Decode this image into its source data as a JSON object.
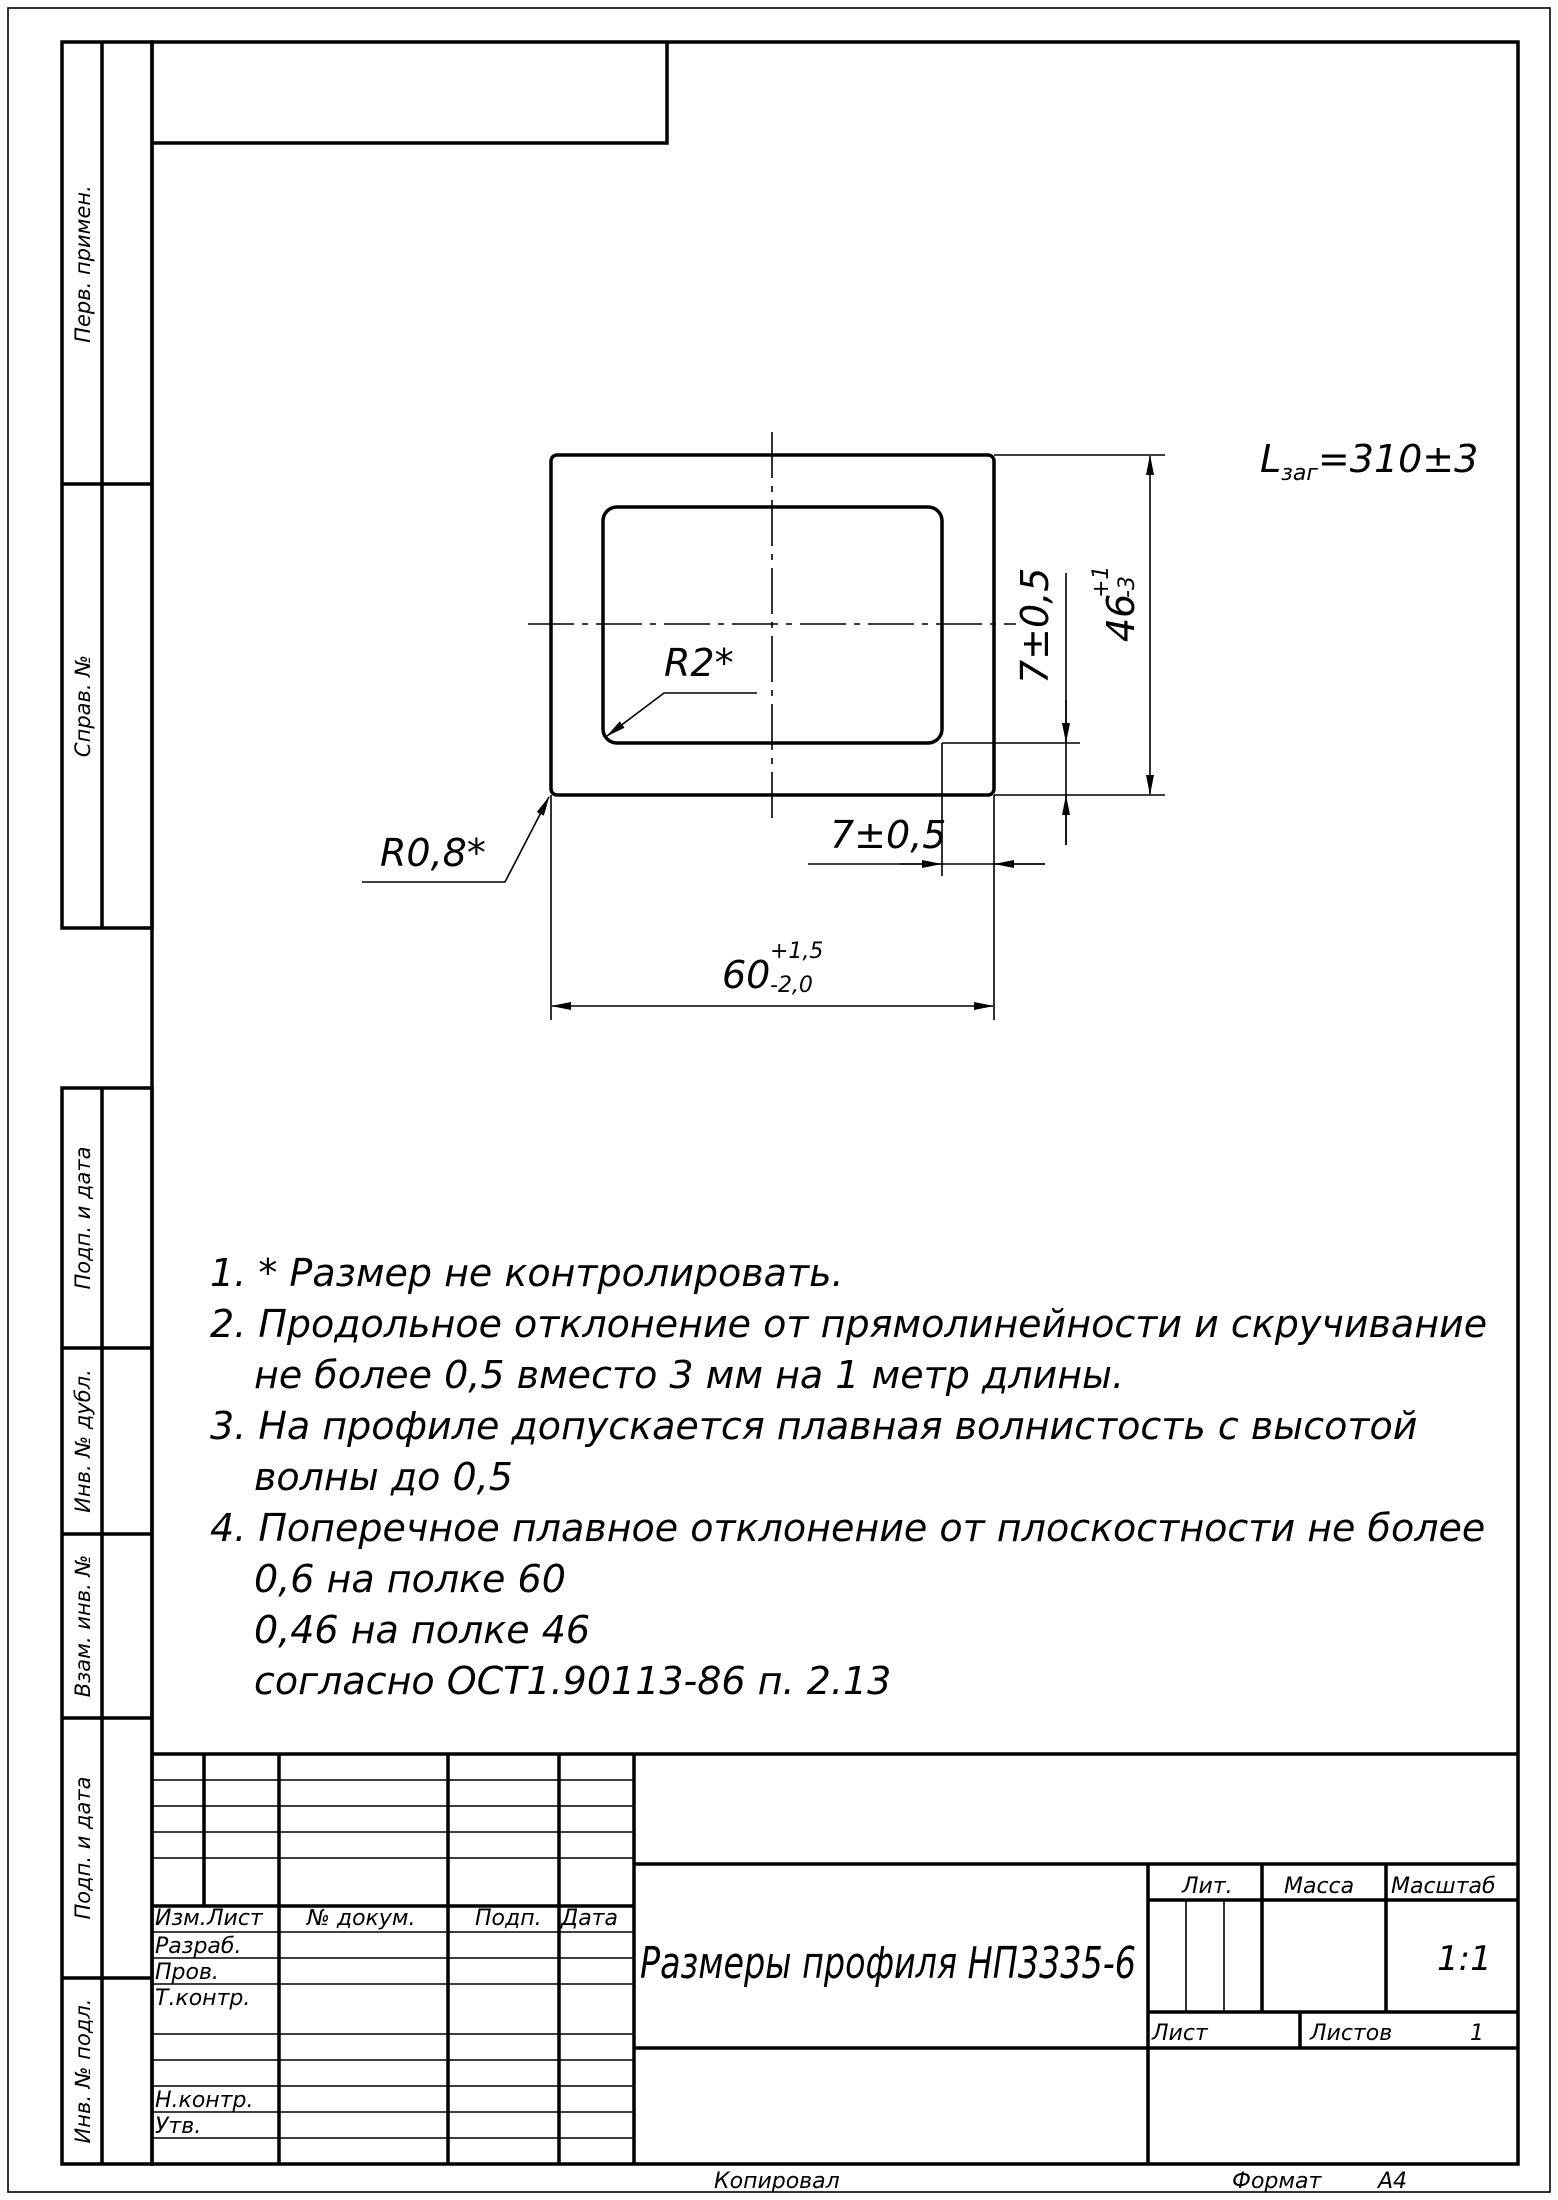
{
  "drawing": {
    "blank_length_label": "L",
    "blank_length_subscript": "заг",
    "blank_length_value": "=310±3",
    "radius_inner": "R2*",
    "radius_outer": "R0,8*",
    "dim_width_main": "60",
    "dim_width_upper_tol": "+1,5",
    "dim_width_lower_tol": "-2,0",
    "dim_height_main": "46",
    "dim_height_upper_tol": "+1",
    "dim_height_lower_tol": "-3",
    "dim_wall_horizontal": "7±0,5",
    "dim_wall_vertical": "7±0,5"
  },
  "notes": [
    "1. * Размер не контролировать.",
    "2. Продольное отклонение от прямолинейности и скручивание",
    "не более 0,5 вместо 3 мм на 1 метр длины.",
    "3. На профиле допускается плавная волнистость с высотой",
    "волны до 0,5",
    "4. Поперечное плавное отклонение от плоскостности не более",
    "0,6 на полке 60",
    "0,46 на полке 46",
    "согласно ОСТ1.90113-86 п. 2.13"
  ],
  "side_labels": {
    "perv_primen": "Перв. примен.",
    "sprav_no": "Справ. №",
    "podp_i_data_1": "Подп. и дата",
    "inv_no_dubl": "Инв. № дубл.",
    "vzam_inv_no": "Взам. инв. №",
    "podp_i_data_2": "Подп. и дата",
    "inv_no_podl": "Инв. № подл."
  },
  "title_block": {
    "col_izm": "Изм.",
    "col_list": "Лист",
    "col_doc_no": "№ докум.",
    "col_podp": "Подп.",
    "col_data": "Дата",
    "row_razrab": "Разраб.",
    "row_prov": "Пров.",
    "row_tkontr": "Т.контр.",
    "row_nkontr": "Н.контр.",
    "row_utv": "Утв.",
    "title": "Размеры профиля НП3335-6",
    "lit": "Лит.",
    "massa": "Масса",
    "masshtab": "Масштаб",
    "scale_value": "1:1",
    "sheet_label": "Лист",
    "sheets_label": "Листов",
    "sheets_value": "1"
  },
  "footer": {
    "copied": "Копировал",
    "format_label": "Формат",
    "format_value": "А4"
  }
}
